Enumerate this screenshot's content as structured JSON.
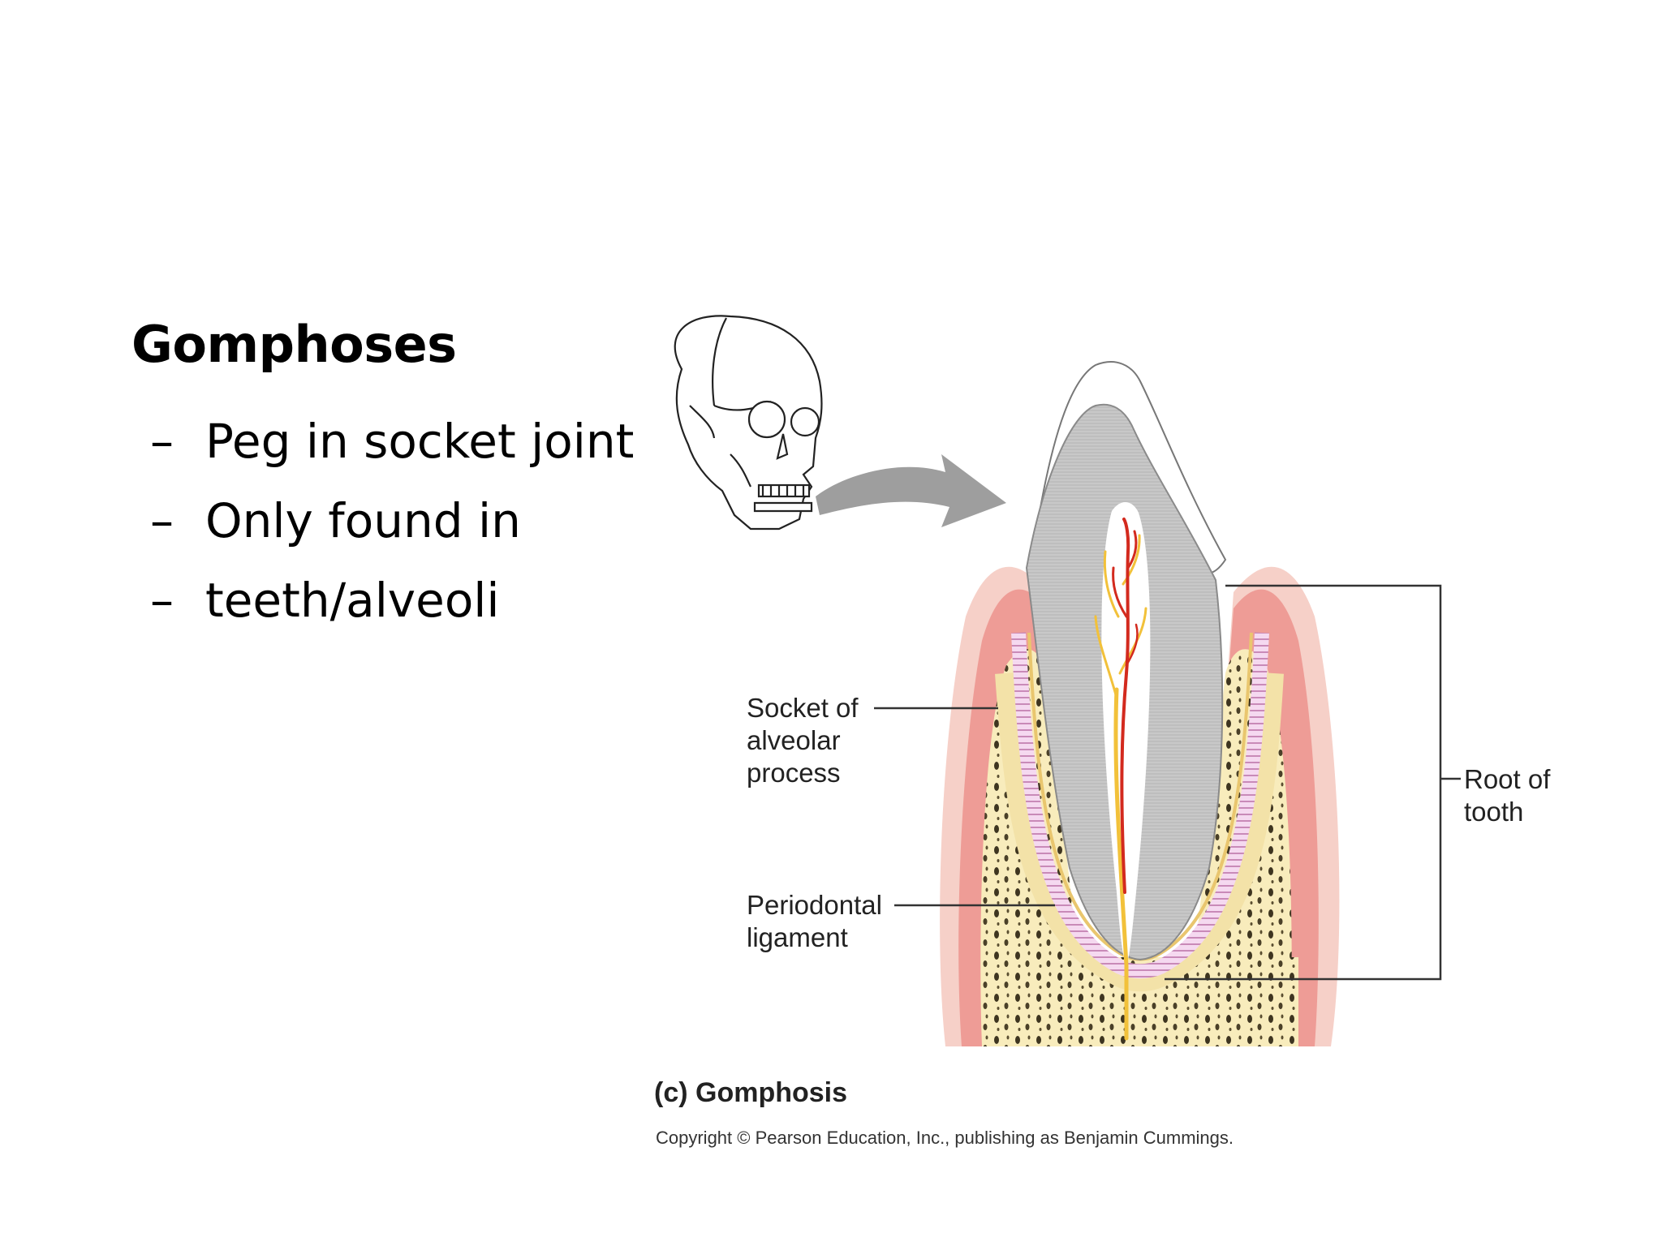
{
  "slide": {
    "title": "Gomphoses",
    "bullets": [
      {
        "marker": "–",
        "text": "Peg in socket joint"
      },
      {
        "marker": "–",
        "text": "Only found in"
      },
      {
        "marker": "–",
        "text": "teeth/alveoli"
      }
    ]
  },
  "figure": {
    "labels": {
      "socket": "Socket of\nalveolar\nprocess",
      "periodontal": "Periodontal\nligament",
      "root": "Root of\ntooth"
    },
    "caption": "(c) Gomphosis",
    "copyright": "Copyright © Pearson Education, Inc., publishing as Benjamin Cummings."
  },
  "colors": {
    "gum": "#f1b3ad",
    "bone": "#f8ecbc",
    "enamel": "#ffffff",
    "dentin": "#c9c9c9",
    "ligament": "#e7b9e0",
    "vessel_red": "#d32a1e",
    "nerve_yellow": "#f2c13a"
  }
}
